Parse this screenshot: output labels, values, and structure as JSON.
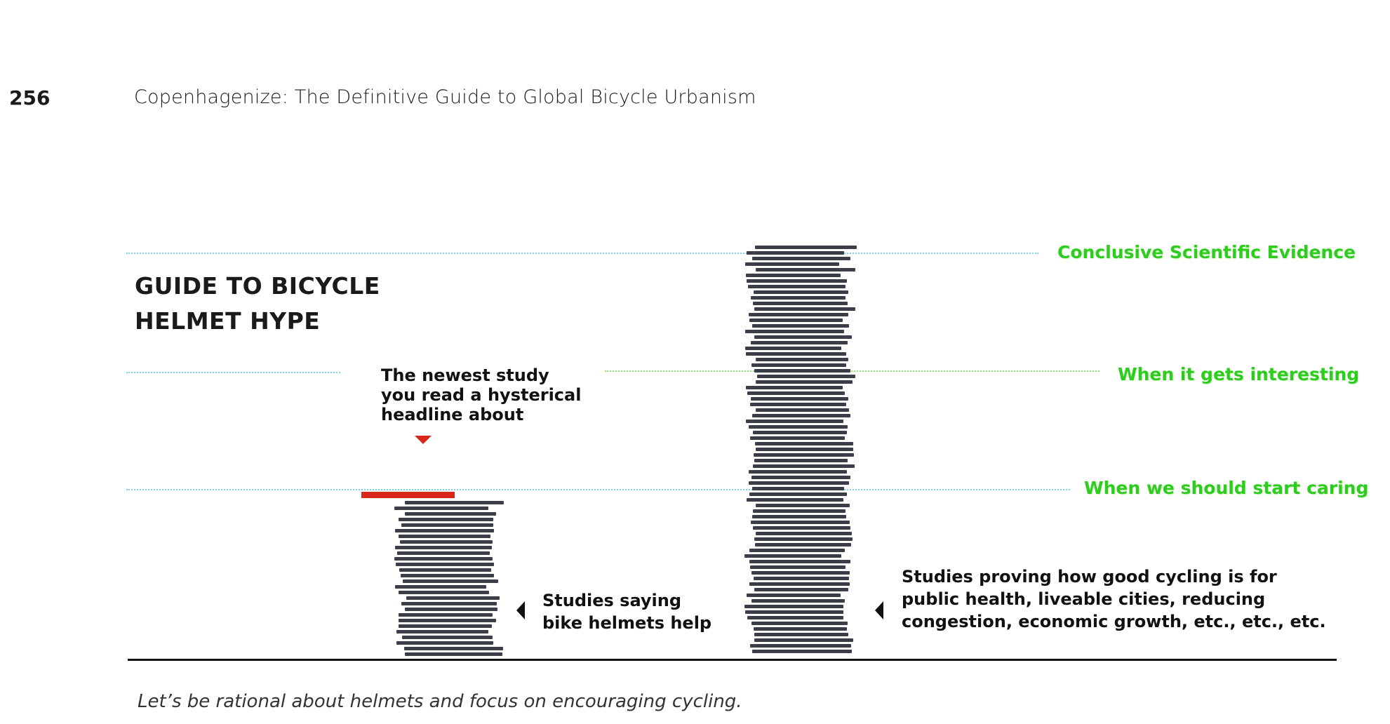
{
  "header": {
    "page_number": "256",
    "running_head": "Copenhagenize: The Definitive Guide to Global Bicycle Urbanism"
  },
  "infographic": {
    "title_line1": "GUIDE TO BICYCLE",
    "title_line2": "HELMET HYPE",
    "levels": {
      "top": "Conclusive Scientific Evidence",
      "middle": "When it gets interesting",
      "lower": "When we should start caring"
    },
    "newest_study": {
      "line1": "The newest study",
      "line2": "you read a hysterical",
      "line3": "headline about"
    },
    "helmet_studies": {
      "line1": "Studies saying",
      "line2": "bike helmets help"
    },
    "cycling_studies": {
      "line1": "Studies proving how good cycling is for",
      "line2": "public health, liveable cities, reducing",
      "line3": "congestion, economic growth, etc., etc., etc."
    },
    "colors": {
      "level_label": "#2ecc1f",
      "bars": "#3b3d49",
      "highlight": "#d8281b"
    }
  },
  "caption": "Let’s be rational about helmets and focus on encouraging cycling."
}
